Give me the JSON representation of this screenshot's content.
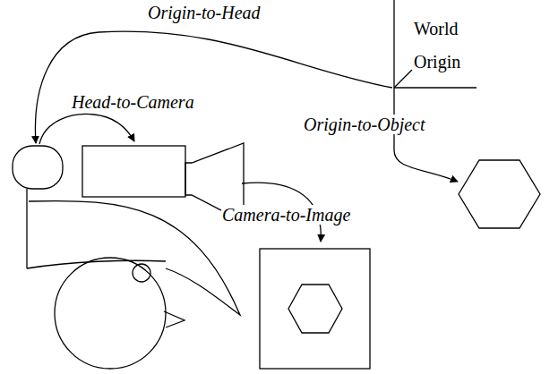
{
  "diagram": {
    "labels": [
      "Origin-to-Head",
      "World Origin",
      "Head-to-Camera",
      "Origin-to-Object",
      "Camera-to-Image"
    ]
  }
}
